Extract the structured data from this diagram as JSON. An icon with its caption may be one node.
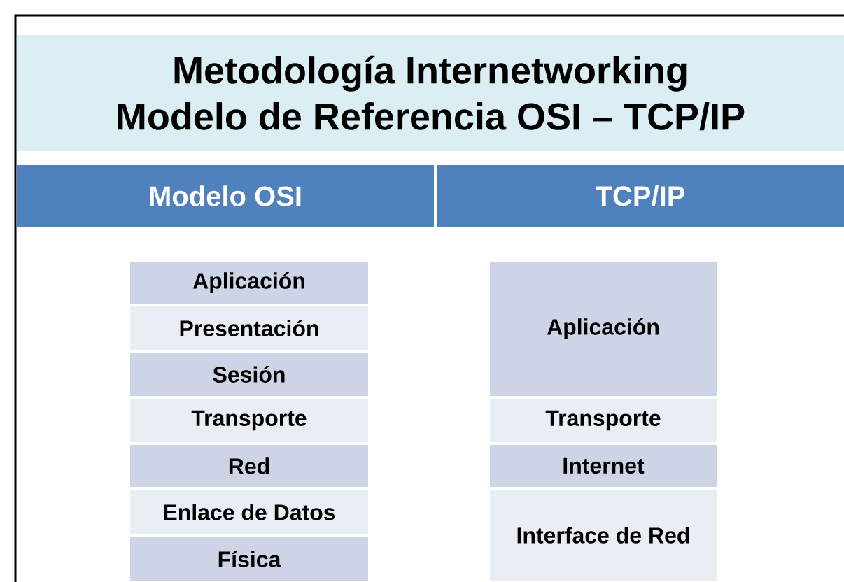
{
  "diagram": {
    "nodes": [
      {
        "text": [
          "Metodología Internetworking",
          "Modelo de Referencia OSI – TCP/IP"
        ]
      },
      {
        "text": [
          "Modelo OSI"
        ]
      },
      {
        "text": [
          "TCP/IP"
        ]
      },
      {
        "text": [
          "Aplicación"
        ]
      },
      {
        "text": [
          "Presentación"
        ]
      },
      {
        "text": [
          "Sesión"
        ]
      },
      {
        "text": [
          "Transporte"
        ]
      },
      {
        "text": [
          "Red"
        ]
      },
      {
        "text": [
          "Enlace de Datos"
        ]
      },
      {
        "text": [
          "Física"
        ]
      },
      {
        "text": [
          "Aplicación"
        ]
      },
      {
        "text": [
          "Transporte"
        ]
      },
      {
        "text": [
          "Internet"
        ]
      },
      {
        "text": [
          "Interface de Red"
        ]
      }
    ]
  }
}
